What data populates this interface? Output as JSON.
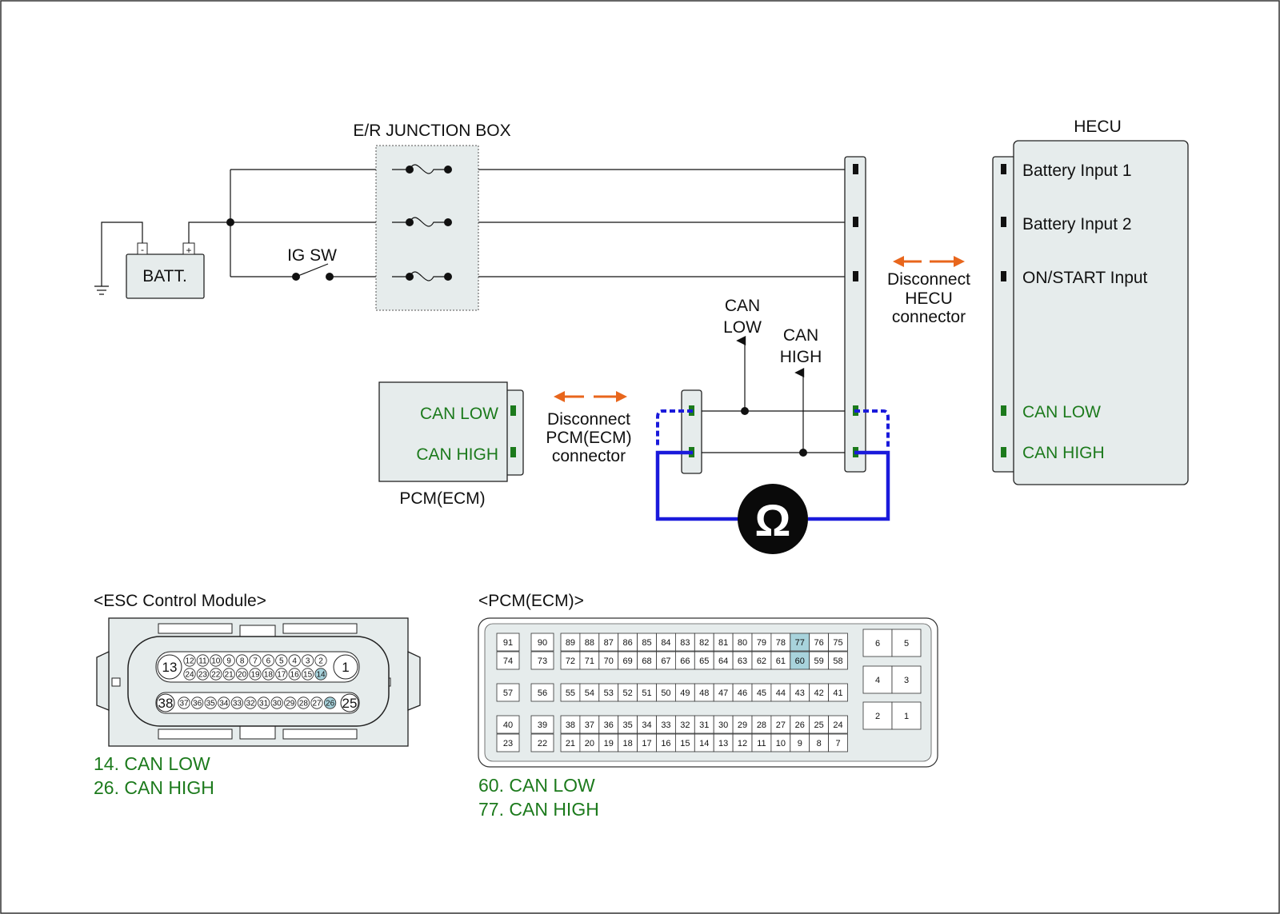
{
  "junction_box": {
    "title": "E/R JUNCTION BOX"
  },
  "battery": {
    "label": "BATT.",
    "minus": "-",
    "plus": "+"
  },
  "ig_switch": {
    "label": "IG SW"
  },
  "hecu": {
    "title": "HECU",
    "pins": [
      "Battery Input 1",
      "Battery Input 2",
      "ON/START Input",
      "CAN LOW",
      "CAN HIGH"
    ]
  },
  "pcm": {
    "title": "PCM(ECM)",
    "pins": [
      "CAN LOW",
      "CAN HIGH"
    ]
  },
  "can_low_label": [
    "CAN",
    "LOW"
  ],
  "can_high_label": [
    "CAN",
    "HIGH"
  ],
  "disconnect_hecu": [
    "Disconnect",
    "HECU",
    "connector"
  ],
  "disconnect_pcm": [
    "Disconnect",
    "PCM(ECM)",
    "connector"
  ],
  "ohmmeter": {
    "symbol": "Ω"
  },
  "esc_module": {
    "title": "<ESC Control Module>",
    "row1": [
      "12",
      "11",
      "10",
      "9",
      "8",
      "7",
      "6",
      "5",
      "4",
      "3",
      "2"
    ],
    "row2": [
      "24",
      "23",
      "22",
      "21",
      "20",
      "19",
      "18",
      "17",
      "16",
      "15",
      "14"
    ],
    "row3": [
      "37",
      "36",
      "35",
      "34",
      "33",
      "32",
      "31",
      "30",
      "29",
      "28",
      "27",
      "26"
    ],
    "big_pins": [
      "13",
      "1",
      "38",
      "25"
    ],
    "highlight": [
      "14",
      "26"
    ],
    "legend": [
      "14. CAN LOW",
      "26. CAN HIGH"
    ]
  },
  "pcm_connector": {
    "title": "<PCM(ECM)>",
    "rows": [
      {
        "left": [
          "91",
          "90"
        ],
        "main": [
          "89",
          "88",
          "87",
          "86",
          "85",
          "84",
          "83",
          "82",
          "81",
          "80",
          "79",
          "78",
          "77",
          "76",
          "75"
        ]
      },
      {
        "left": [
          "74",
          "73"
        ],
        "main": [
          "72",
          "71",
          "70",
          "69",
          "68",
          "67",
          "66",
          "65",
          "64",
          "63",
          "62",
          "61",
          "60",
          "59",
          "58"
        ]
      },
      {
        "left": [
          "57",
          "56"
        ],
        "main": [
          "55",
          "54",
          "53",
          "52",
          "51",
          "50",
          "49",
          "48",
          "47",
          "46",
          "45",
          "44",
          "43",
          "42",
          "41"
        ]
      },
      {
        "left": [
          "40",
          "39"
        ],
        "main": [
          "38",
          "37",
          "36",
          "35",
          "34",
          "33",
          "32",
          "31",
          "30",
          "29",
          "28",
          "27",
          "26",
          "25",
          "24"
        ]
      },
      {
        "left": [
          "23",
          "22"
        ],
        "main": [
          "21",
          "20",
          "19",
          "18",
          "17",
          "16",
          "15",
          "14",
          "13",
          "12",
          "11",
          "10",
          "9",
          "8",
          "7"
        ]
      }
    ],
    "right_blocks": [
      [
        "6",
        "5"
      ],
      [
        "4",
        "3"
      ],
      [
        "2",
        "1"
      ]
    ],
    "highlight": [
      "77",
      "60"
    ],
    "legend": [
      "60. CAN LOW",
      "77. CAN HIGH"
    ]
  },
  "colors": {
    "can_text": "#1c7a1c",
    "meter_wire": "#1a1adb",
    "arrow": "#e8661c",
    "highlight": "#a8d3dc",
    "panel": "#e6ecec"
  }
}
